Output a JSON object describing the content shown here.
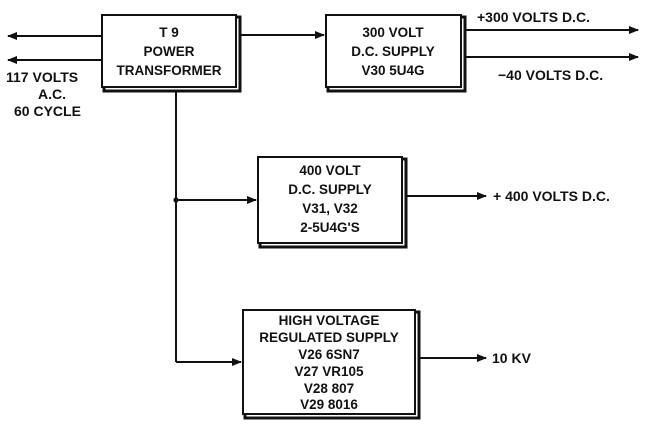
{
  "blocks": {
    "transformer": {
      "lines": [
        "T 9",
        "POWER",
        "TRANSFORMER"
      ]
    },
    "supply300": {
      "lines": [
        "300 VOLT",
        "D.C. SUPPLY",
        "V30 5U4G"
      ]
    },
    "supply400": {
      "lines": [
        "400 VOLT",
        "D.C. SUPPLY",
        "V31, V32",
        "2-5U4G'S"
      ]
    },
    "hv_supply": {
      "lines": [
        "HIGH VOLTAGE",
        "REGULATED SUPPLY",
        "V26 6SN7",
        "V27 VR105",
        "V28 807",
        "V29 8016"
      ]
    }
  },
  "labels": {
    "input": [
      "117 VOLTS",
      "A.C.",
      "60 CYCLE"
    ],
    "out_plus300": "+300 VOLTS D.C.",
    "out_minus40": "−40 VOLTS D.C.",
    "out_plus400": "+ 400 VOLTS D.C.",
    "out_10kv": "10 KV"
  }
}
